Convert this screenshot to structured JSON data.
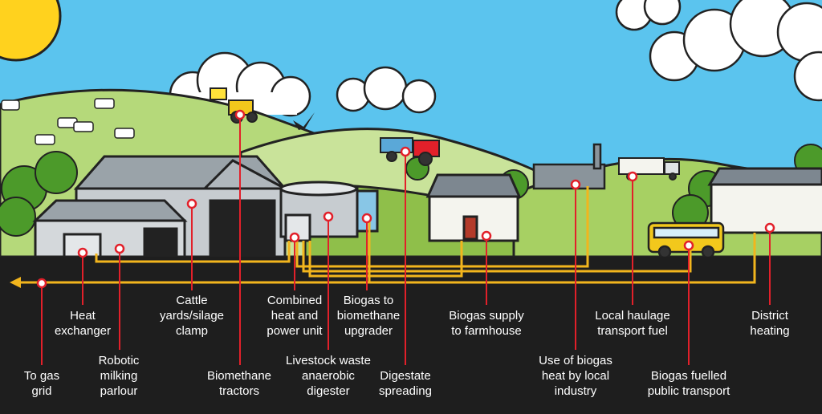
{
  "colors": {
    "sky": "#5bc4ee",
    "hill_dark": "#8fbf4a",
    "hill_light": "#b5d97a",
    "ground": "#1e1e1e",
    "pipe": "#f2b51d",
    "marker": "#e2202a",
    "label_text": "#ffffff",
    "sun": "#ffd21e"
  },
  "labels": [
    {
      "id": "heat-exchanger",
      "text": "Heat\nexchanger"
    },
    {
      "id": "robotic-milking-parlour",
      "text": "Robotic\nmilking\nparlour"
    },
    {
      "id": "to-gas-grid",
      "text": "To gas\ngrid"
    },
    {
      "id": "cattle-yards-silage-clamp",
      "text": "Cattle\nyards/silage\nclamp"
    },
    {
      "id": "biomethane-tractors",
      "text": "Biomethane\ntractors"
    },
    {
      "id": "combined-heat-power-unit",
      "text": "Combined\nheat and\npower unit"
    },
    {
      "id": "livestock-waste-anaerobic-digester",
      "text": "Livestock waste\nanaerobic\ndigester"
    },
    {
      "id": "biogas-to-biomethane-upgrader",
      "text": "Biogas to\nbiomethane\nupgrader"
    },
    {
      "id": "digestate-spreading",
      "text": "Digestate\nspreading"
    },
    {
      "id": "biogas-supply-to-farmhouse",
      "text": "Biogas supply\nto farmhouse"
    },
    {
      "id": "use-of-biogas-heat-by-local-industry",
      "text": "Use of biogas\nheat by local\nindustry"
    },
    {
      "id": "local-haulage-transport-fuel",
      "text": "Local haulage\ntransport fuel"
    },
    {
      "id": "biogas-fuelled-public-transport",
      "text": "Biogas fuelled\npublic transport"
    },
    {
      "id": "district-heating",
      "text": "District\nheating"
    }
  ]
}
